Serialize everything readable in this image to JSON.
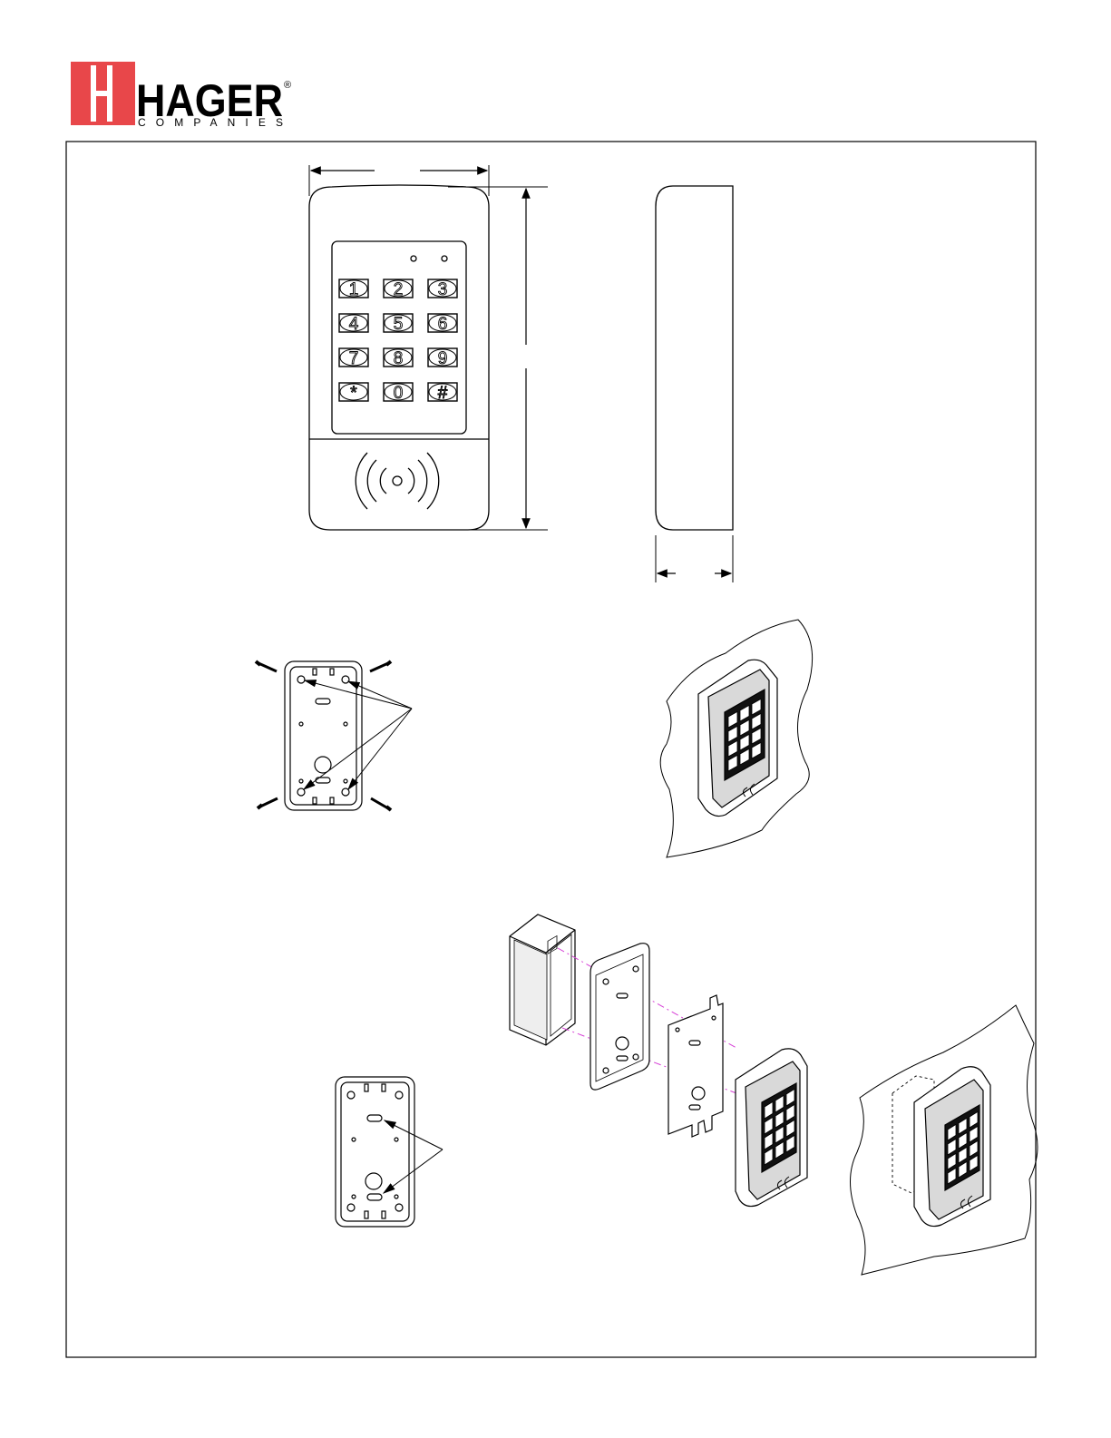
{
  "logo": {
    "wordmark": "HAGER",
    "tagline": "COMPANIES",
    "registered_mark": "®",
    "brand_color": "#e8474a"
  },
  "keypad": {
    "keys": [
      "1",
      "2",
      "3",
      "4",
      "5",
      "6",
      "7",
      "8",
      "9",
      "*",
      "0",
      "#"
    ]
  },
  "colors": {
    "line": "#000000",
    "magenta_guide": "#d63fd6",
    "shade": "#bdbdbd"
  }
}
